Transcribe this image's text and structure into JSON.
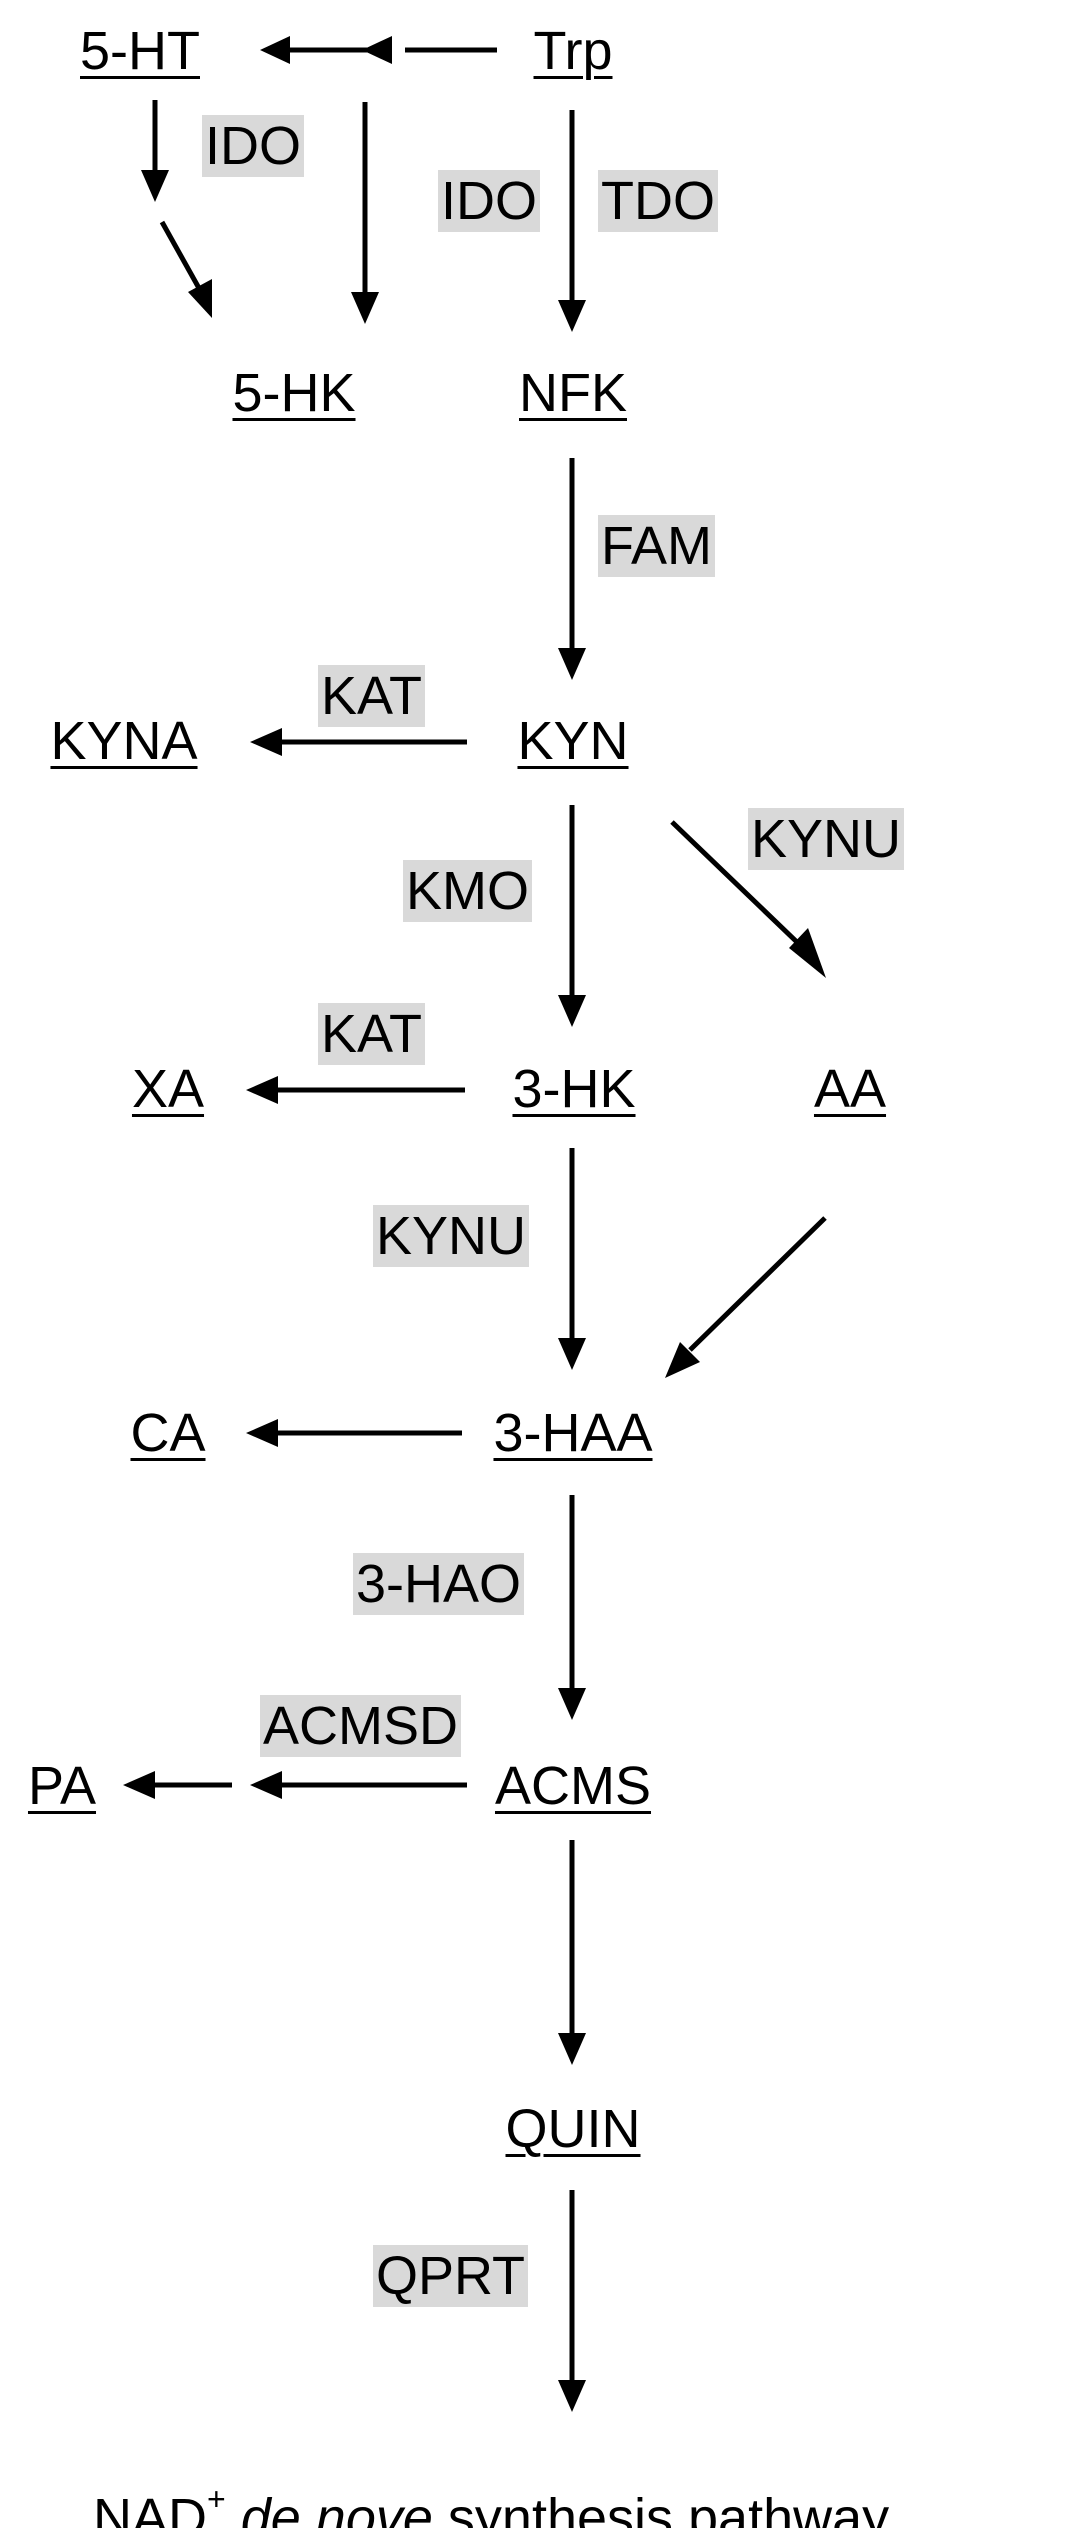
{
  "metabolites": {
    "serotonin": "5-HT",
    "tryptophan": "Trp",
    "hydroxykynurenine_5": "5-HK",
    "nfk": "NFK",
    "kyna": "KYNA",
    "kyn": "KYN",
    "xa": "XA",
    "hk3": "3-HK",
    "aa": "AA",
    "ca": "CA",
    "haa3": "3-HAA",
    "pa": "PA",
    "acms": "ACMS",
    "quin": "QUIN"
  },
  "enzymes": {
    "ido_left": "IDO",
    "ido_center": "IDO",
    "tdo": "TDO",
    "fam": "FAM",
    "kat_kyna": "KAT",
    "kynu_aa": "KYNU",
    "kmo": "KMO",
    "kat_xa": "KAT",
    "kynu_3haa": "KYNU",
    "hao3": "3-HAO",
    "acmsd": "ACMSD",
    "qprt": "QPRT"
  },
  "footer": {
    "prefix": "NAD",
    "superscript": "+",
    "italic": "de nove",
    "suffix": "synthesis pathway"
  }
}
